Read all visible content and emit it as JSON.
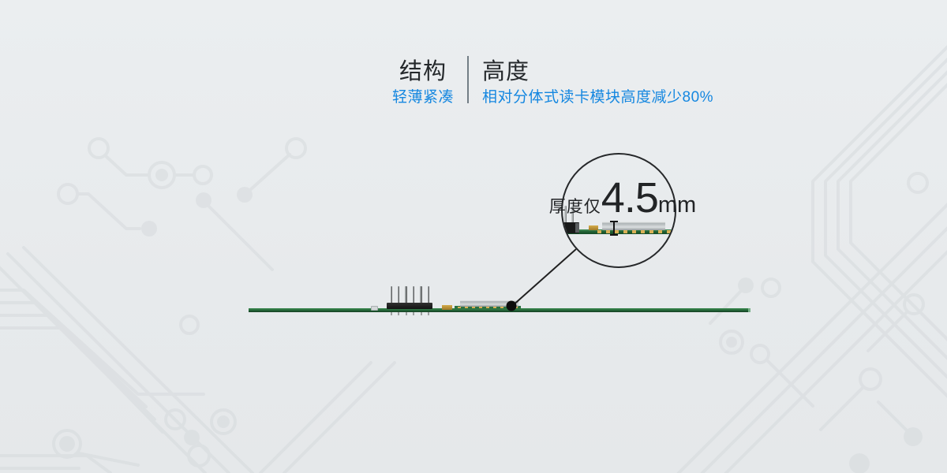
{
  "header": {
    "left": {
      "title": "结构",
      "subtitle": "轻薄紧凑"
    },
    "right": {
      "title": "高度",
      "subtitle": "相对分体式读卡模块高度减少80%"
    }
  },
  "callout": {
    "prefix": "厚度仅",
    "value": "4.5",
    "unit": "mm"
  },
  "colors": {
    "accent_blue": "#1587e0",
    "title_black": "#24282b",
    "background": "#e8ebed",
    "pattern_gray": "#d8dcdf",
    "pcb_green": "#226336",
    "shield_gray": "#c6cacc",
    "gold_pad": "#d9b156",
    "line_black": "#212121"
  }
}
